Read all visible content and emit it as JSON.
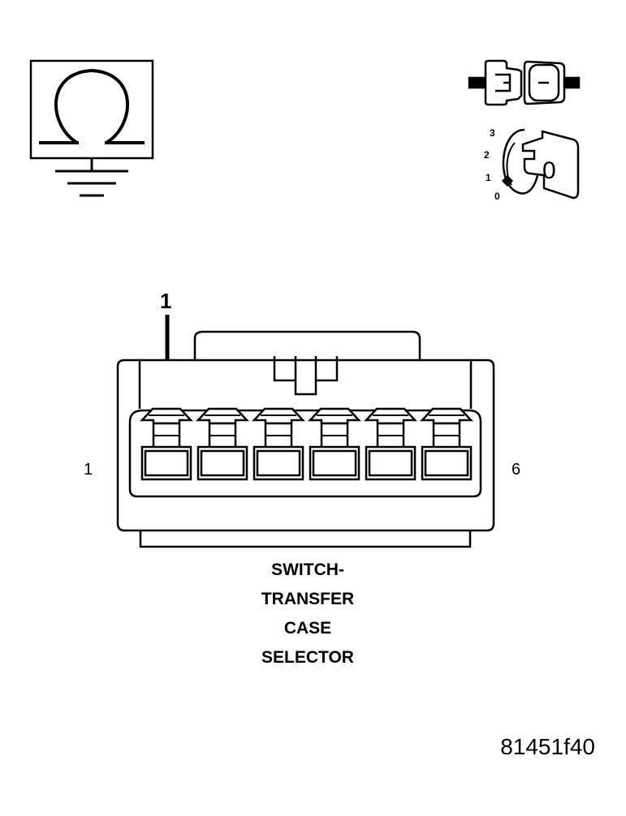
{
  "symbols": {
    "ohmmeter": {
      "icon": "ohm-meter-icon"
    },
    "connector_disconnect": {
      "icon": "disconnect-connector-icon"
    },
    "ignition": {
      "icon": "ignition-switch-icon",
      "positions": [
        "3",
        "2",
        "1",
        "0"
      ],
      "key_position": "0"
    }
  },
  "connector": {
    "callout": "1",
    "pin_left_label": "1",
    "pin_right_label": "6",
    "cavity_count": 6
  },
  "caption": [
    "SWITCH-",
    "TRANSFER",
    "CASE",
    "SELECTOR"
  ],
  "figure_id": "81451f40",
  "colors": {
    "ink": "#000000",
    "background": "#ffffff"
  }
}
